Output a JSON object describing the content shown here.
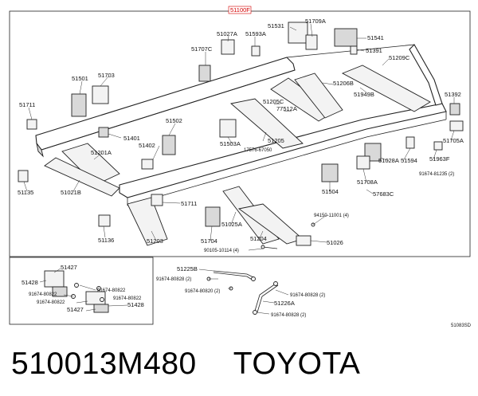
{
  "diagram": {
    "header_code": "51100F",
    "corner_code": "51083SD",
    "labels": [
      {
        "id": "l51531",
        "text": "51531"
      },
      {
        "id": "l51709a",
        "text": "51709A"
      },
      {
        "id": "l51027a",
        "text": "51027A"
      },
      {
        "id": "l51593a",
        "text": "51593A"
      },
      {
        "id": "l51541",
        "text": "51541"
      },
      {
        "id": "l51707c",
        "text": "51707C"
      },
      {
        "id": "l51391",
        "text": "51391"
      },
      {
        "id": "l51209c",
        "text": "51209C"
      },
      {
        "id": "l51501",
        "text": "51501"
      },
      {
        "id": "l51703",
        "text": "51703"
      },
      {
        "id": "l51206b",
        "text": "51206B"
      },
      {
        "id": "l51949b",
        "text": "51949B"
      },
      {
        "id": "l51392",
        "text": "51392"
      },
      {
        "id": "l51711a",
        "text": "51711"
      },
      {
        "id": "l51205c",
        "text": "51205C"
      },
      {
        "id": "l77512a",
        "text": "77512A"
      },
      {
        "id": "l51502",
        "text": "51502"
      },
      {
        "id": "l51401",
        "text": "51401"
      },
      {
        "id": "l51205",
        "text": "51205"
      },
      {
        "id": "l51503a",
        "text": "51503A"
      },
      {
        "id": "l17576",
        "text": "17576-67050"
      },
      {
        "id": "l51402",
        "text": "51402"
      },
      {
        "id": "l51201a",
        "text": "51201A"
      },
      {
        "id": "l51705a",
        "text": "51705A"
      },
      {
        "id": "l51963f",
        "text": "51963F"
      },
      {
        "id": "l51028a",
        "text": "51028A"
      },
      {
        "id": "l51594",
        "text": "51594"
      },
      {
        "id": "l9167481235",
        "text": "91674-81235 (2)"
      },
      {
        "id": "l51135",
        "text": "51135"
      },
      {
        "id": "l51021b",
        "text": "51021B"
      },
      {
        "id": "l51708a",
        "text": "51708A"
      },
      {
        "id": "l51504",
        "text": "51504"
      },
      {
        "id": "l57683c",
        "text": "57683C"
      },
      {
        "id": "l51711b",
        "text": "51711"
      },
      {
        "id": "l9415011001",
        "text": "94150-11001 (4)"
      },
      {
        "id": "l51025a",
        "text": "51025A"
      },
      {
        "id": "l51136",
        "text": "51136"
      },
      {
        "id": "l51203",
        "text": "51203"
      },
      {
        "id": "l51704",
        "text": "51704"
      },
      {
        "id": "l51204",
        "text": "51204"
      },
      {
        "id": "l51026",
        "text": "51026"
      },
      {
        "id": "l9010510114",
        "text": "90105-10114 (4)"
      },
      {
        "id": "l51427a",
        "text": "51427"
      },
      {
        "id": "l51428a",
        "text": "51428"
      },
      {
        "id": "l9167480822a",
        "text": "91674-80822"
      },
      {
        "id": "l9167480822b",
        "text": "91674-80822"
      },
      {
        "id": "l9167480822c",
        "text": "91674-80822"
      },
      {
        "id": "l9167480822d",
        "text": "91674-80822"
      },
      {
        "id": "l51428b",
        "text": "51428"
      },
      {
        "id": "l51427b",
        "text": "51427"
      },
      {
        "id": "l51225b",
        "text": "51225B"
      },
      {
        "id": "l9167480828a",
        "text": "91674-80828 (2)"
      },
      {
        "id": "l9167480820",
        "text": "91674-80820 (2)"
      },
      {
        "id": "l9167480828b",
        "text": "91674-80828 (2)"
      },
      {
        "id": "l51226a",
        "text": "51226A"
      },
      {
        "id": "l9167480828c",
        "text": "91674-80828 (2)"
      }
    ]
  },
  "caption": {
    "part_number": "510013M480",
    "brand": "TOYOTA"
  }
}
